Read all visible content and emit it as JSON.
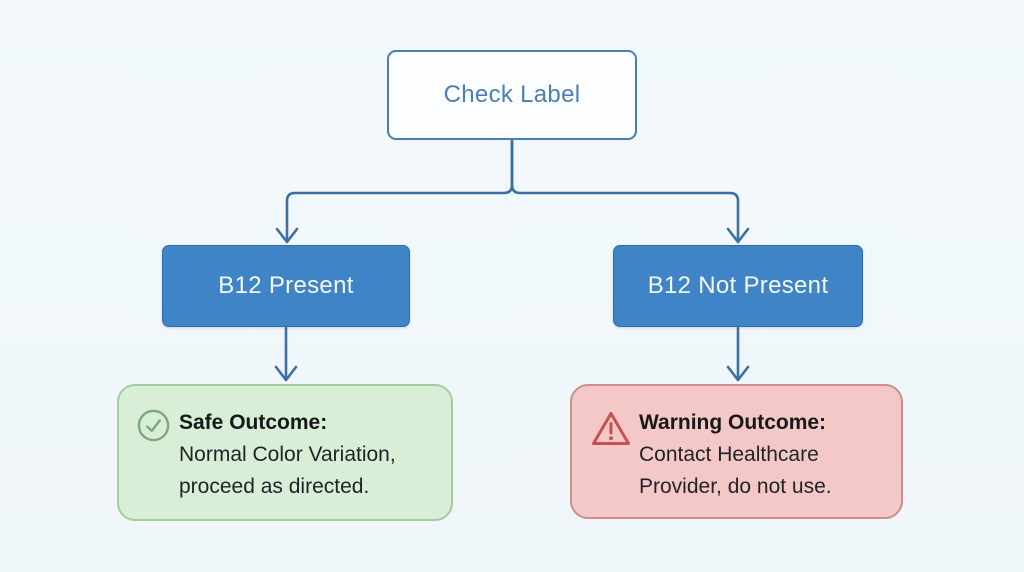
{
  "diagram": {
    "root": {
      "label": "Check Label"
    },
    "branches": [
      {
        "label": "B12 Present"
      },
      {
        "label": "B12 Not Present"
      }
    ],
    "outcomes": [
      {
        "type": "safe",
        "icon": "check-circle-icon",
        "title": "Safe Outcome:",
        "lines": [
          "Normal Color Variation,",
          "proceed as directed."
        ]
      },
      {
        "type": "warning",
        "icon": "warning-triangle-icon",
        "title": "Warning Outcome:",
        "lines": [
          "Contact Healthcare",
          "Provider, do not use."
        ]
      }
    ]
  },
  "colors": {
    "background": "#f1f7fb",
    "connector": "#3b6fa6",
    "root_border": "#4a7fb5",
    "root_text": "#4a7fb5",
    "branch_fill": "#3e84c7",
    "branch_text": "#f4f8fb",
    "safe_bg": "#d8eed6",
    "safe_border": "#a2cd9e",
    "safe_icon": "#7da87d",
    "warning_bg": "#f5c8c8",
    "warning_border": "#ca8f8f",
    "warning_icon": "#c4524e",
    "outcome_text": "#1f2328"
  }
}
